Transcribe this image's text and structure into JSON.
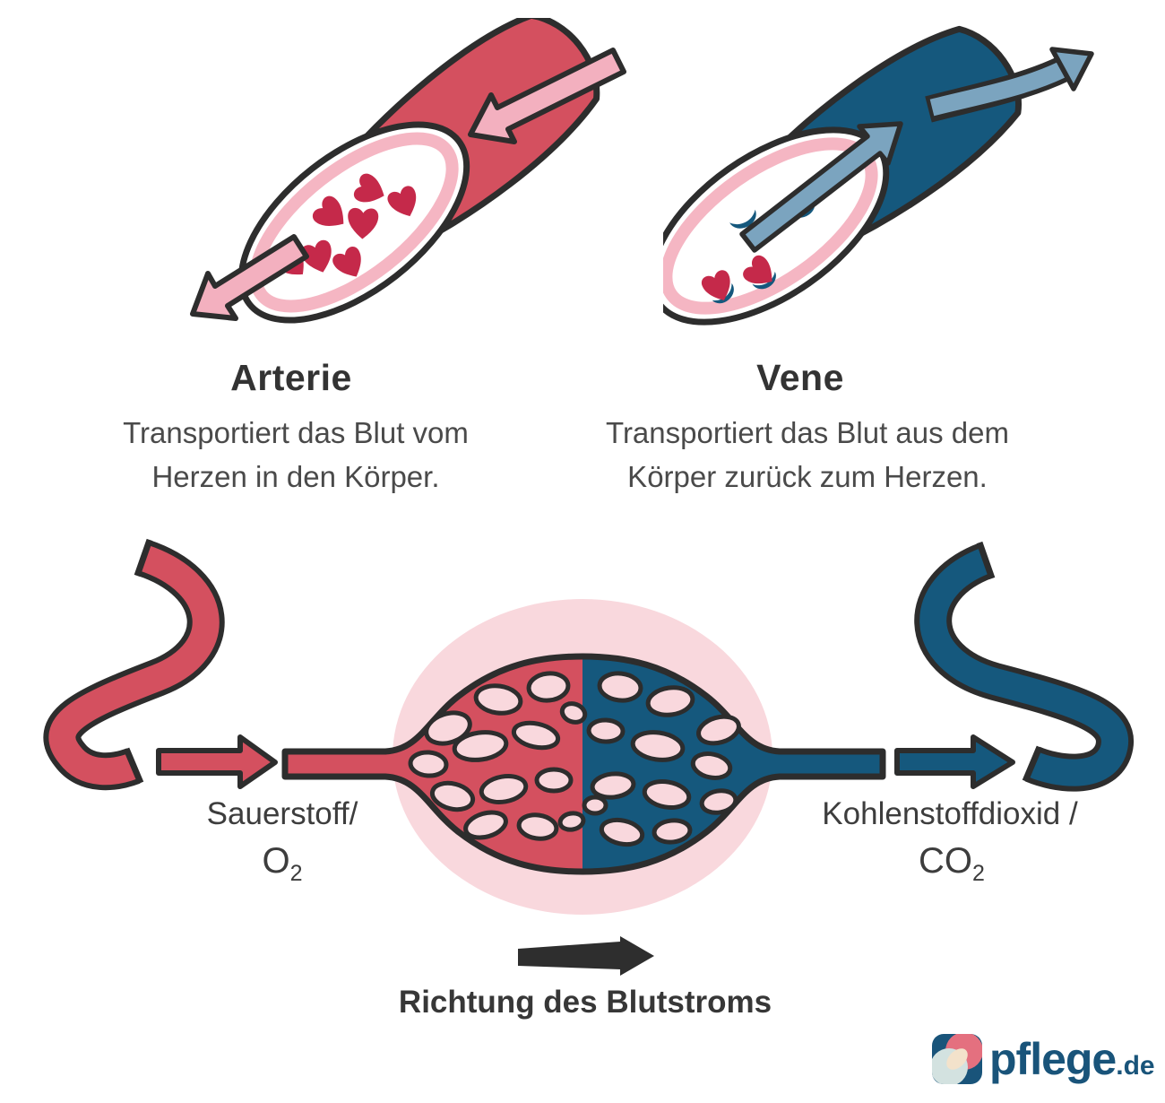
{
  "colors": {
    "artery_red": "#d4505f",
    "vein_blue": "#15587d",
    "pink_arrow": "#f3b0bf",
    "pink_rim": "#f5b6c3",
    "pale_pink": "#f9d8dd",
    "steel_blue": "#7ba4bf",
    "blood_cell_red": "#c5294a",
    "outline_dark": "#2d2d2d",
    "text_dark": "#333333",
    "text_grey": "#4a4a4a",
    "logo_teal": "#19547a"
  },
  "artery": {
    "title": "Arterie",
    "description_line1": "Transportiert das Blut vom",
    "description_line2": "Herzen in den Körper."
  },
  "vein": {
    "title": "Vene",
    "description_line1": "Transportiert das Blut aus dem",
    "description_line2": "Körper zurück zum Herzen."
  },
  "exchange": {
    "oxygen_label": "Sauerstoff/",
    "oxygen_formula": "O",
    "oxygen_formula_subscript": "2",
    "co2_label": "Kohlenstoffdioxid /",
    "co2_formula": "CO",
    "co2_formula_subscript": "2",
    "direction_label": "Richtung des Blutstroms"
  },
  "logo": {
    "brand": "pflege",
    "tld": ".de"
  }
}
